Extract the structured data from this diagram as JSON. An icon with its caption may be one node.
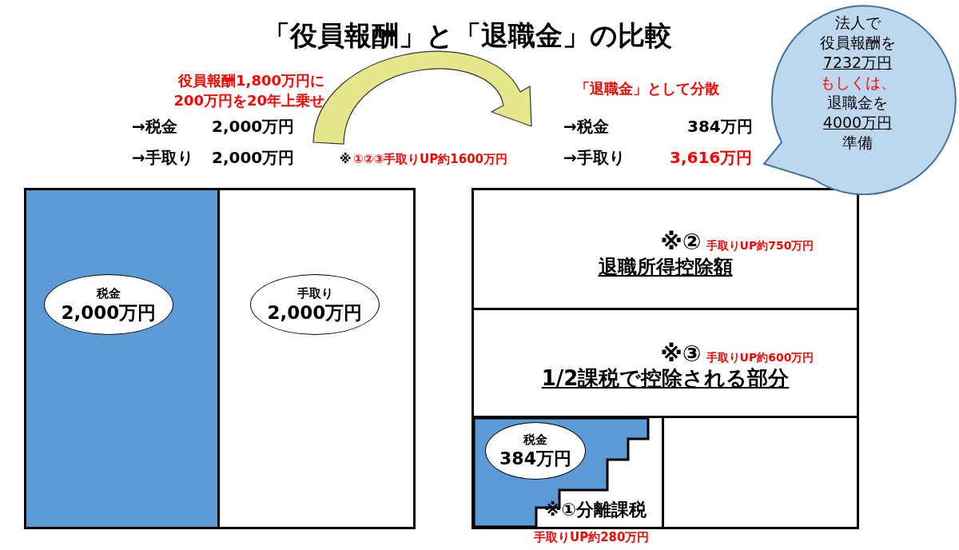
{
  "diagram": {
    "title": "「役員報酬」と「退職金」の比較",
    "nodes": [
      {
        "text": [],
        "shape": "box"
      },
      {
        "text": [
          "税金",
          "2,000万円"
        ],
        "in": 0
      },
      {
        "text": [],
        "shape": "box"
      },
      {
        "text": [
          "手取り",
          "2,000万円"
        ],
        "in": 2
      },
      {
        "text": [
          "※②",
          "手取りUP約750万円",
          "退職所得控除額"
        ]
      },
      {
        "text": [
          "※③",
          "手取りUP約600万円",
          "1/2課税で控除される部分"
        ]
      },
      {
        "text": [
          "※①分離課税"
        ],
        "beside": [
          "手取りUP約280万円"
        ]
      },
      {
        "text": [
          "税金",
          "384万円"
        ],
        "in": 6
      },
      {
        "text": [],
        "shape": "box"
      },
      {
        "text": [
          "法人で",
          "役員報酬を",
          "7232万円",
          "もしくは、",
          "退職金を",
          "4000万円",
          "準備"
        ]
      },
      {
        "text": [
          "役員報酬1,800万円に200万円を20年上乗せ"
        ]
      },
      {
        "text": [
          "「退職金」として分散"
        ]
      }
    ],
    "edges": [
      {
        "from": 10,
        "to": 11,
        "arrow": "to"
      }
    ],
    "labels": [
      "→税金",
      "2,000万円",
      "→手取り",
      "2,000万円",
      "※",
      "①②③手取りUP約1600万円",
      "→税金",
      "384万円",
      "→手取り",
      "3,616万円"
    ]
  }
}
